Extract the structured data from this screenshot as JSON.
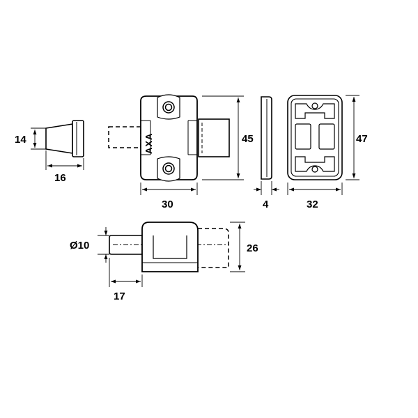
{
  "brand": "AXA",
  "dimensions": {
    "receiver_height": "14",
    "receiver_length": "16",
    "body_width": "30",
    "body_height": "45",
    "plate_thickness": "4",
    "plate_width": "32",
    "plate_height": "47",
    "bolt_diameter": "Ø10",
    "side_height": "26",
    "bolt_projection": "17"
  }
}
